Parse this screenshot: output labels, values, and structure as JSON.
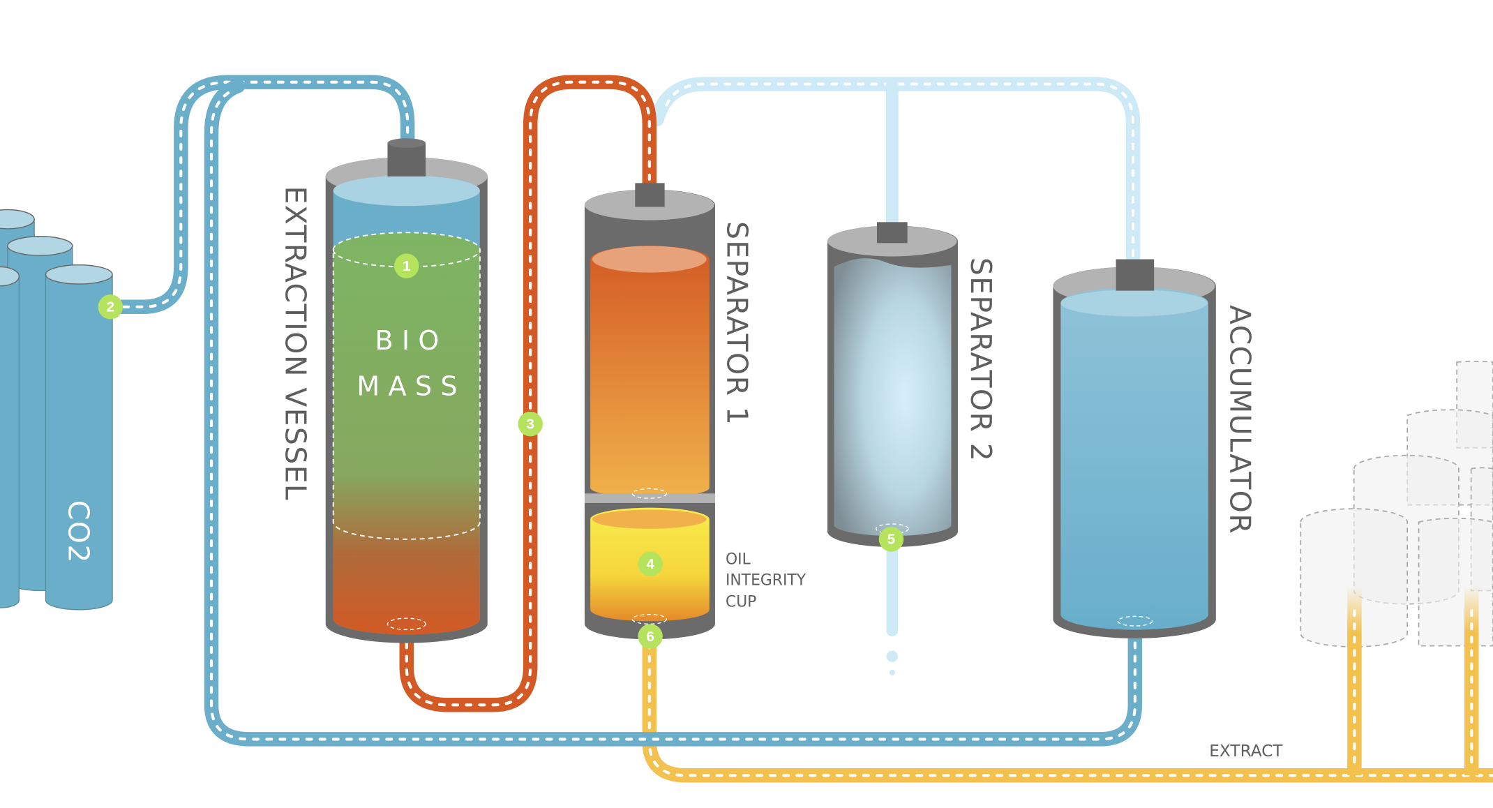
{
  "labels": {
    "extraction_vessel": "EXTRACTION VESSEL",
    "separator_1": "SEPARATOR 1",
    "separator_2": "SEPARATOR 2",
    "accumulator": "ACCUMULATOR",
    "co2": "CO2",
    "biomass_line1": "BIO",
    "biomass_line2": "MASS",
    "oil_cup_line1": "OIL",
    "oil_cup_line2": "INTEGRITY",
    "oil_cup_line3": "CUP",
    "extract": "EXTRACT"
  },
  "badges": [
    "1",
    "2",
    "3",
    "4",
    "5",
    "6"
  ],
  "colors": {
    "co2_blue": "#6aaec9",
    "light_blue": "#cdeaf6",
    "orange": "#d35a25",
    "yellow": "#f2c14e",
    "badge_green": "#b5e35e",
    "vessel_gray": "#6b6b6b",
    "biomass_green": "#7db563"
  }
}
